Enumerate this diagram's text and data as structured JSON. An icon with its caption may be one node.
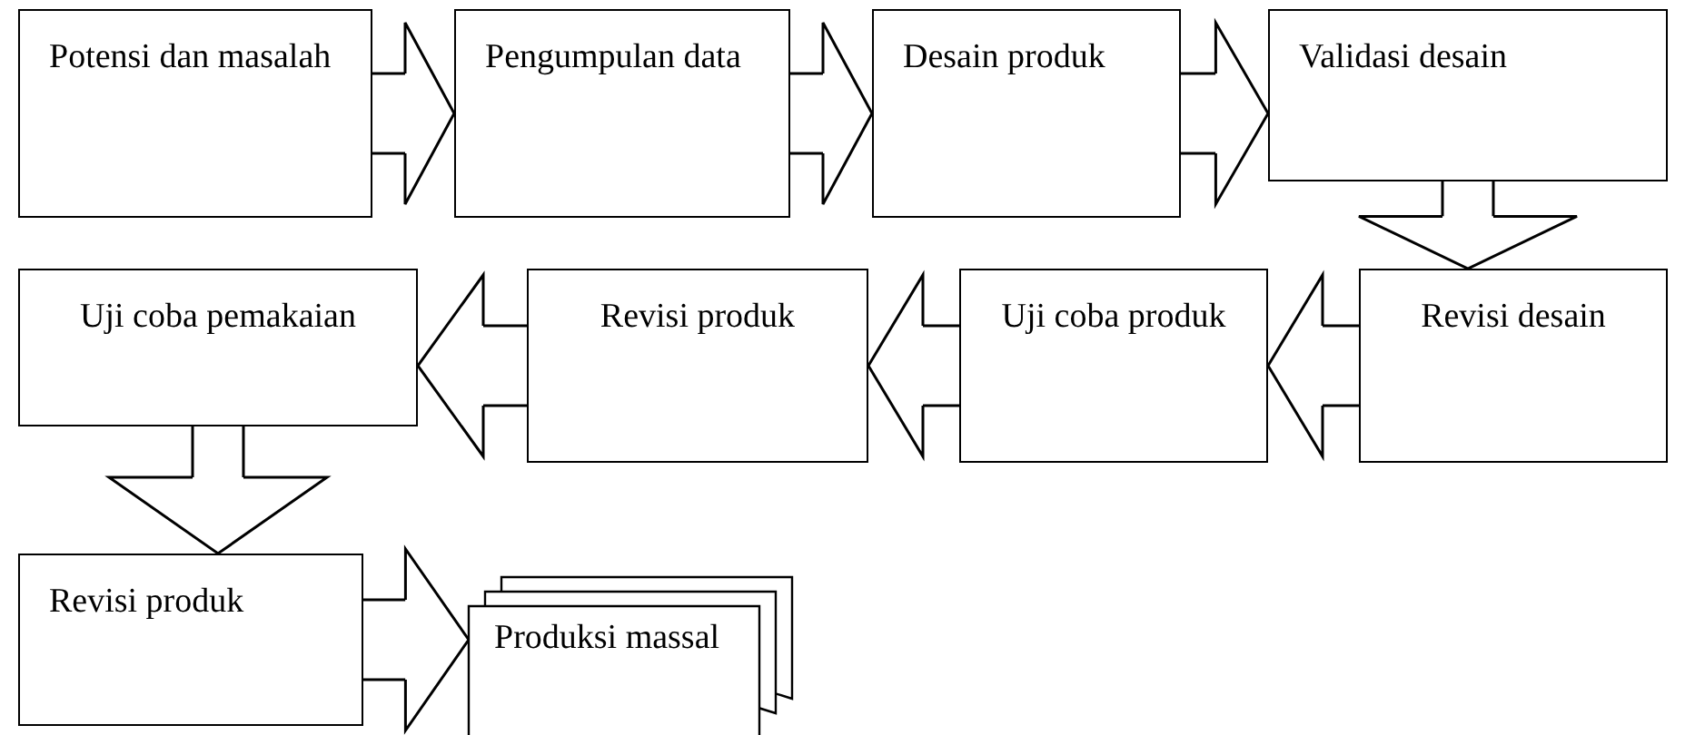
{
  "diagram": {
    "nodes": [
      {
        "text": [
          "Potensi dan masalah"
        ]
      },
      {
        "text": [
          "Pengumpulan data"
        ]
      },
      {
        "text": [
          "Desain produk"
        ]
      },
      {
        "text": [
          "Validasi desain"
        ]
      },
      {
        "text": [
          "Revisi desain"
        ]
      },
      {
        "text": [
          "Uji coba produk"
        ]
      },
      {
        "text": [
          "Revisi produk"
        ]
      },
      {
        "text": [
          "Uji coba pemakaian"
        ]
      },
      {
        "text": [
          "Revisi produk"
        ]
      },
      {
        "text": [
          "Produksi massal"
        ]
      }
    ],
    "edges": [
      {
        "from": 0,
        "to": 1,
        "arrow": "to"
      },
      {
        "from": 1,
        "to": 2,
        "arrow": "to"
      },
      {
        "from": 2,
        "to": 3,
        "arrow": "to"
      },
      {
        "from": 3,
        "to": 4,
        "arrow": "to"
      },
      {
        "from": 4,
        "to": 5,
        "arrow": "to"
      },
      {
        "from": 5,
        "to": 6,
        "arrow": "to"
      },
      {
        "from": 6,
        "to": 7,
        "arrow": "to"
      },
      {
        "from": 7,
        "to": 8,
        "arrow": "to"
      },
      {
        "from": 8,
        "to": 9,
        "arrow": "to"
      }
    ]
  }
}
